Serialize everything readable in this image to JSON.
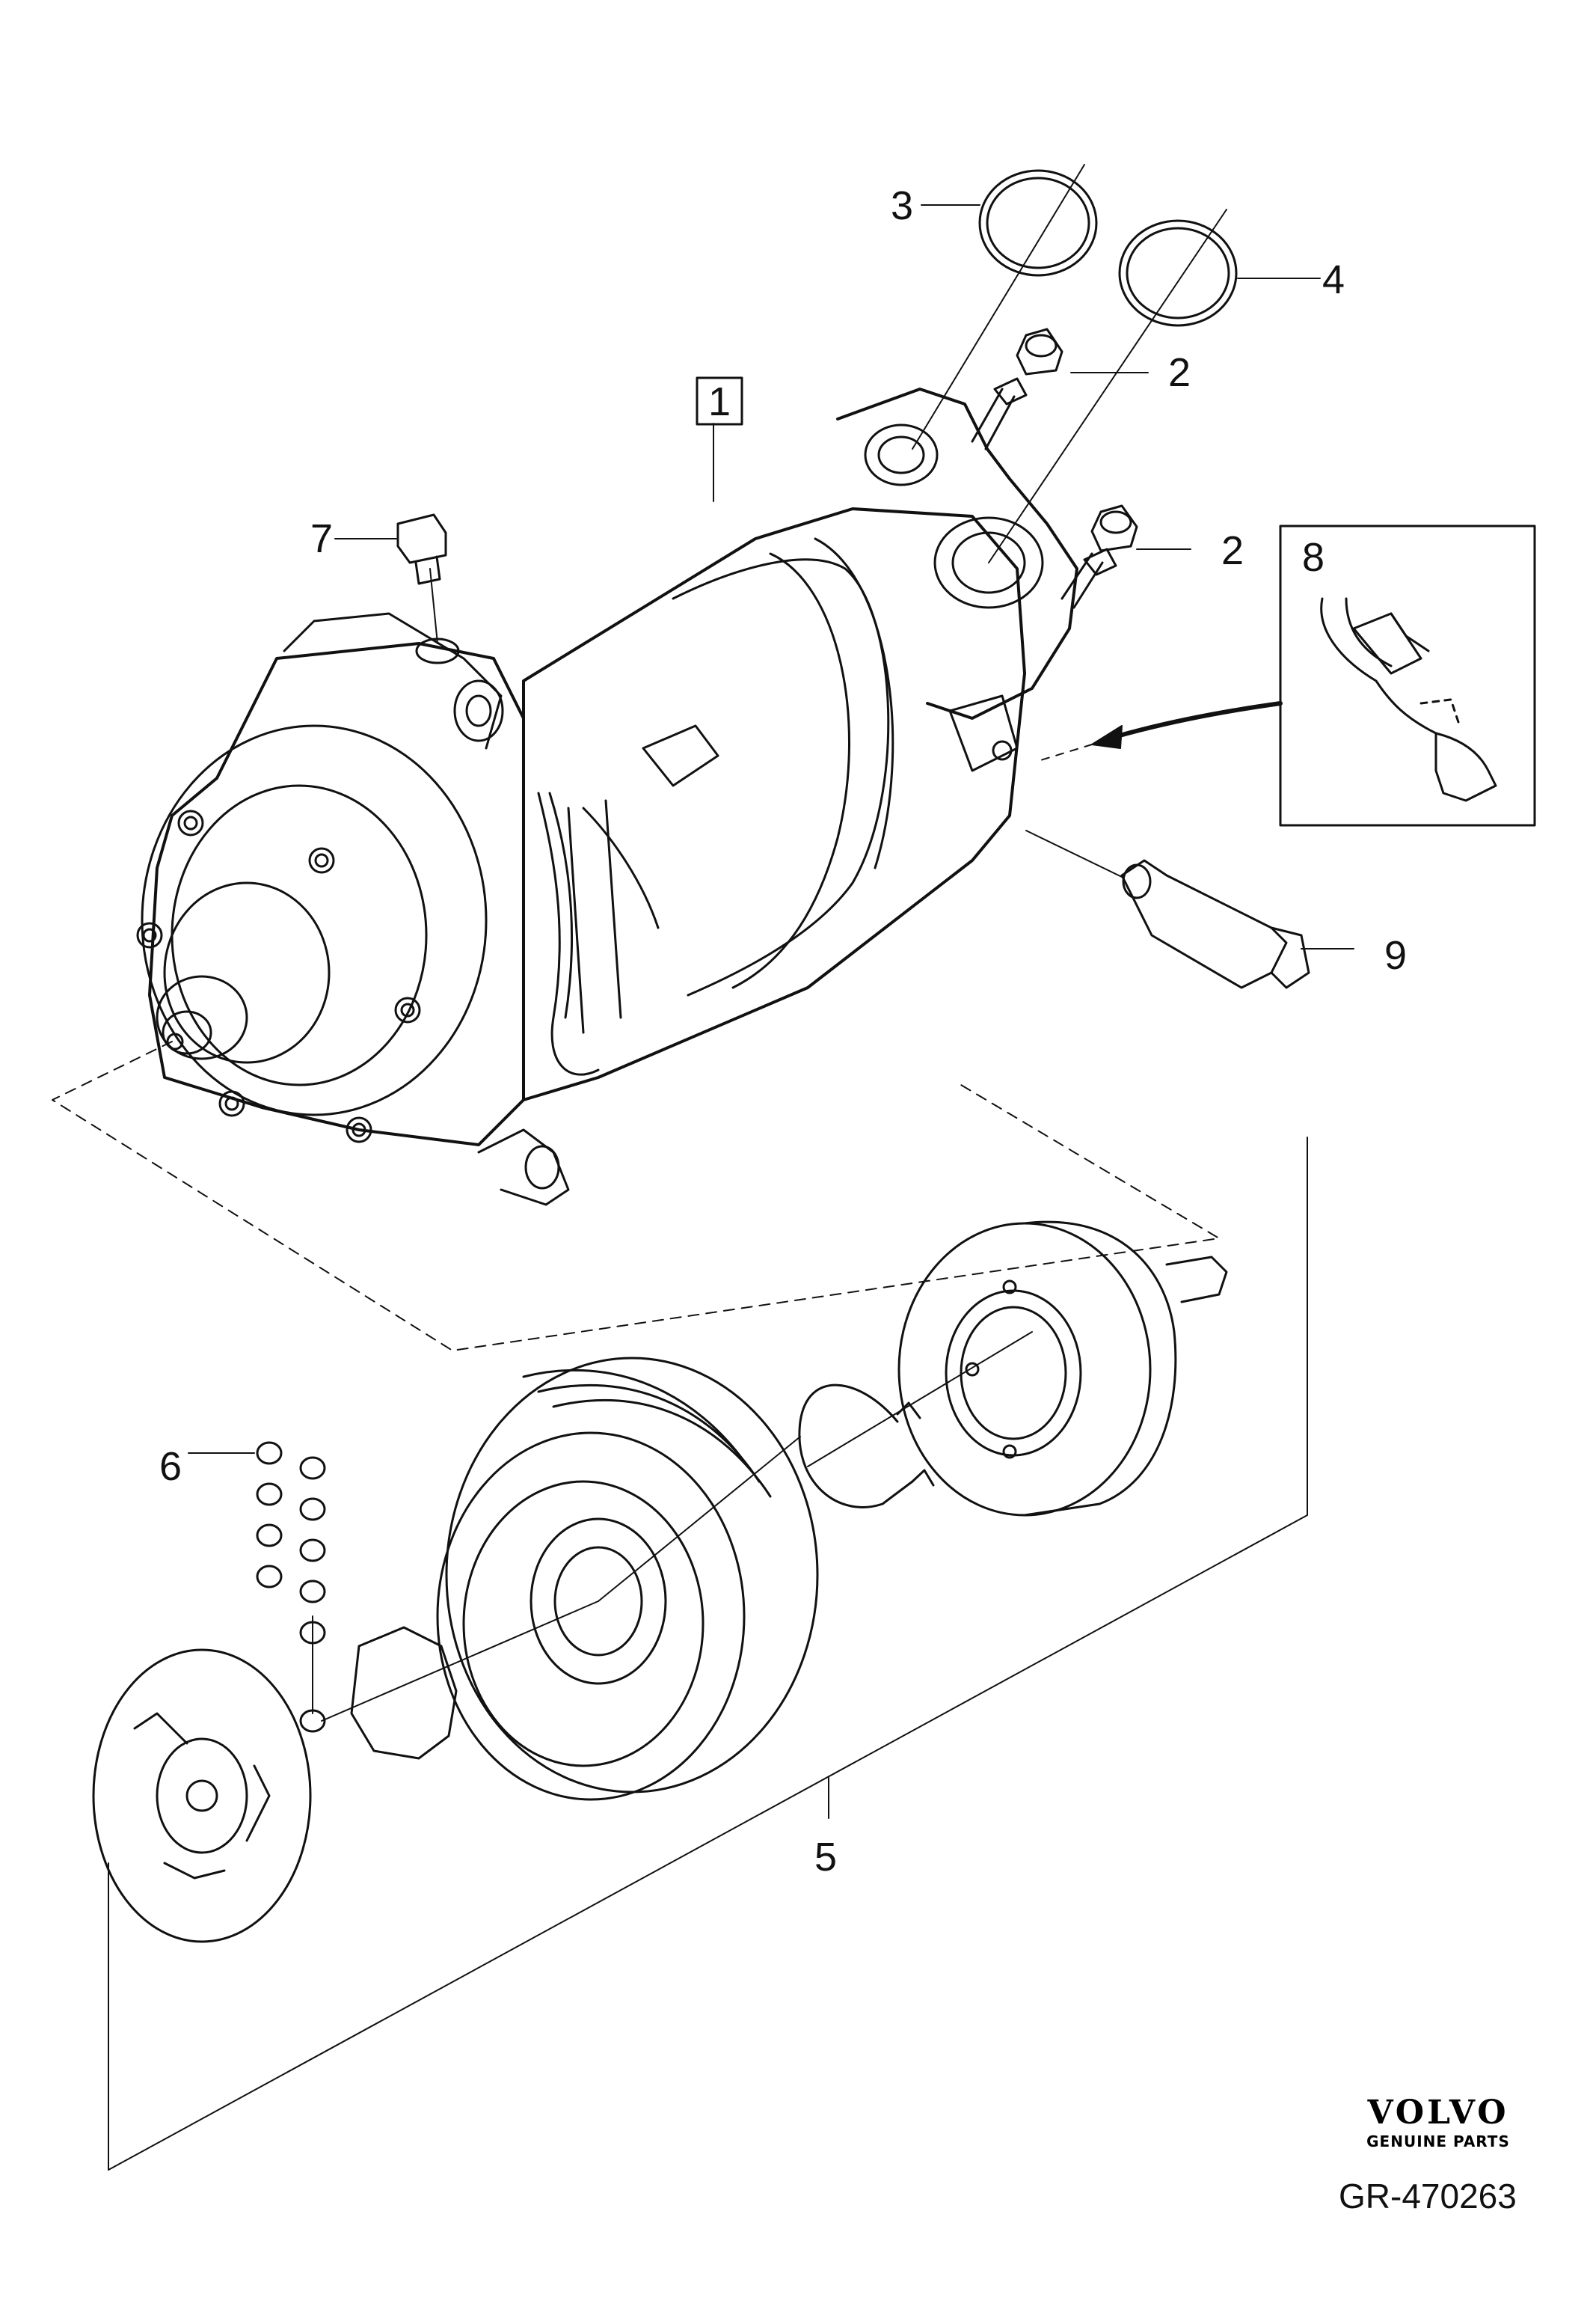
{
  "callouts": {
    "c1": "1",
    "c2a": "2",
    "c2b": "2",
    "c3": "3",
    "c4": "4",
    "c5": "5",
    "c6": "6",
    "c7": "7",
    "c8": "8",
    "c9": "9"
  },
  "brand": {
    "logo_text": "VOLVO",
    "subtitle": "GENUINE PARTS"
  },
  "reference_code": "GR-470263"
}
